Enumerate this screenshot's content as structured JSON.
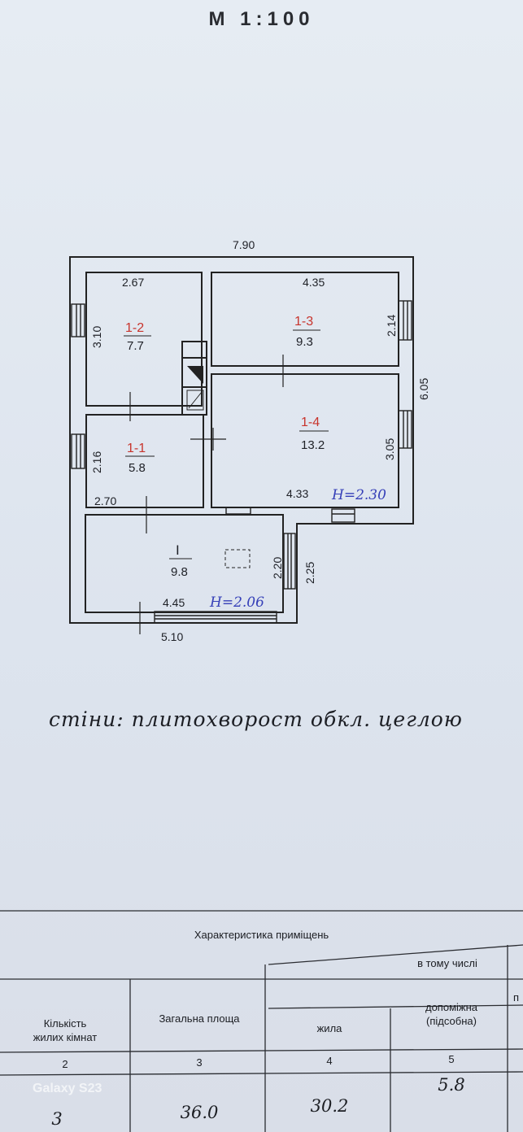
{
  "header": {
    "scale": "М 1:100"
  },
  "plan": {
    "overall_width": "7.90",
    "overall_depth": "6.05",
    "rooms": [
      {
        "id": "1-2",
        "area": "7.7",
        "width": "2.67",
        "depth": "3.10"
      },
      {
        "id": "1-3",
        "area": "9.3",
        "width": "4.35",
        "depth": "2.14"
      },
      {
        "id": "1-4",
        "area": "13.2",
        "width": "4.33",
        "depth": "3.05",
        "height": "H=2.30"
      },
      {
        "id": "1-1",
        "area": "5.8",
        "width": "2.70",
        "depth": "2.16"
      },
      {
        "id": "I",
        "area": "9.8",
        "width": "4.45",
        "depth": "2.20",
        "height": "H=2.06"
      }
    ],
    "porch_depth": "2.25",
    "porch_width": "5.10"
  },
  "note": "стіни: плитохворост обкл. цеглою",
  "table": {
    "title": "Характеристика приміщень",
    "subheader": "в тому числі",
    "columns": [
      {
        "label": "Кількість\nжилих кімнат",
        "num": "2",
        "value": "3"
      },
      {
        "label": "Загальна площа",
        "num": "3",
        "value": "36.0"
      },
      {
        "label": "жила",
        "num": "4",
        "value": "30.2"
      },
      {
        "label": "допоміжна\n(підсобна)",
        "num": "5",
        "value": "5.8"
      },
      {
        "label": "п",
        "num": "",
        "value": ""
      }
    ]
  },
  "watermark": "Galaxy S23"
}
